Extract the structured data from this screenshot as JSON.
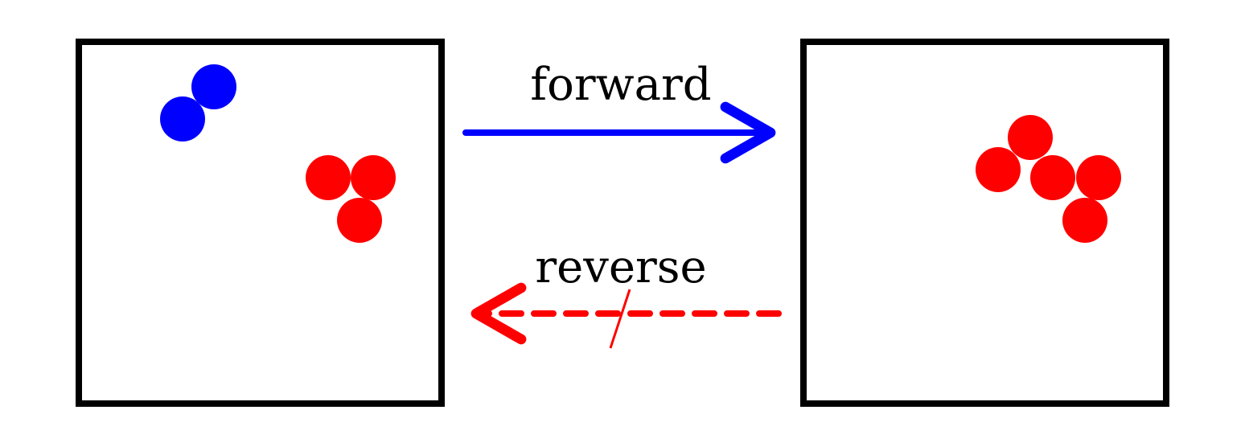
{
  "labels": {
    "forward": "forward",
    "reverse": "reverse"
  },
  "colors": {
    "frame": "#000000",
    "forward_arrow": "#0000ff",
    "reverse_arrow": "#ff0000",
    "particle_a": "#0000ff",
    "particle_b": "#ff0000",
    "background": "#ffffff"
  },
  "states": {
    "left": {
      "particle_a_count": 2,
      "particle_b_count": 3
    },
    "right": {
      "particle_a_count": 0,
      "particle_b_count": 5
    }
  },
  "transitions": {
    "forward_style": "solid",
    "reverse_style": "dashed",
    "reverse_blocked": true
  }
}
